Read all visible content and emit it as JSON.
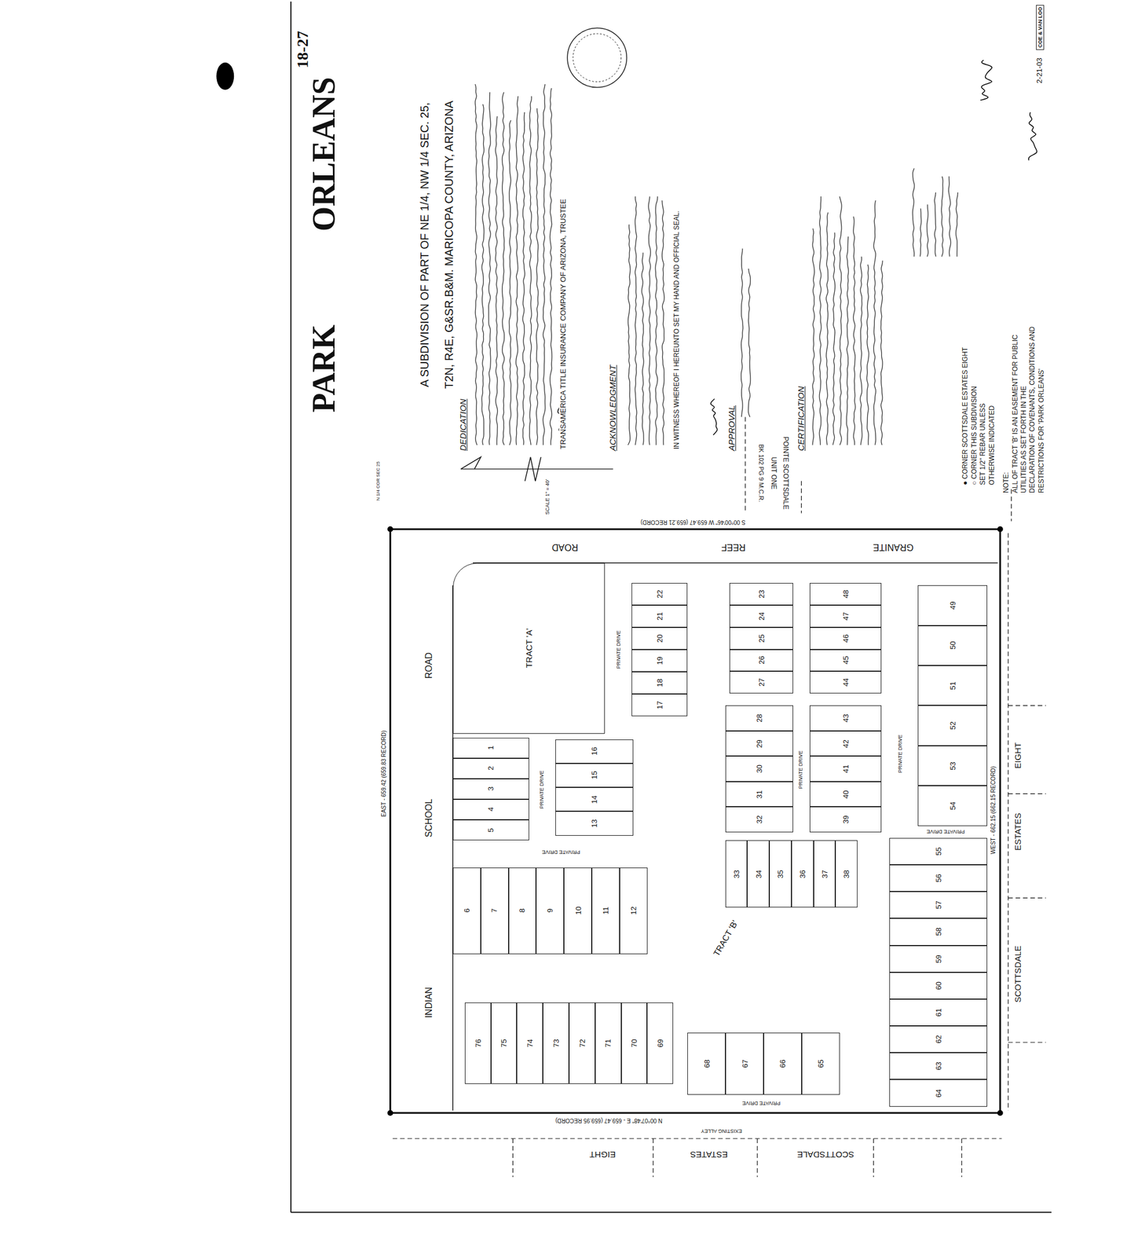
{
  "diagram": {
    "title": "PARK ORLEANS",
    "nodes": [
      {
        "text": [
          "1"
        ]
      },
      {
        "text": [
          "2"
        ]
      },
      {
        "text": [
          "3"
        ]
      },
      {
        "text": [
          "4"
        ]
      },
      {
        "text": [
          "5"
        ]
      },
      {
        "text": [
          "6"
        ]
      },
      {
        "text": [
          "7"
        ]
      },
      {
        "text": [
          "8"
        ]
      },
      {
        "text": [
          "9"
        ]
      },
      {
        "text": [
          "10"
        ]
      },
      {
        "text": [
          "11"
        ]
      },
      {
        "text": [
          "12"
        ]
      },
      {
        "text": [
          "13"
        ]
      },
      {
        "text": [
          "14"
        ]
      },
      {
        "text": [
          "15"
        ]
      },
      {
        "text": [
          "16"
        ]
      },
      {
        "text": [
          "17"
        ]
      },
      {
        "text": [
          "18"
        ]
      },
      {
        "text": [
          "19"
        ]
      },
      {
        "text": [
          "20"
        ]
      },
      {
        "text": [
          "21"
        ]
      },
      {
        "text": [
          "22"
        ]
      },
      {
        "text": [
          "23"
        ]
      },
      {
        "text": [
          "24"
        ]
      },
      {
        "text": [
          "25"
        ]
      },
      {
        "text": [
          "26"
        ]
      },
      {
        "text": [
          "27"
        ]
      },
      {
        "text": [
          "28"
        ]
      },
      {
        "text": [
          "29"
        ]
      },
      {
        "text": [
          "30"
        ]
      },
      {
        "text": [
          "31"
        ]
      },
      {
        "text": [
          "32"
        ]
      },
      {
        "text": [
          "33"
        ]
      },
      {
        "text": [
          "34"
        ]
      },
      {
        "text": [
          "35"
        ]
      },
      {
        "text": [
          "36"
        ]
      },
      {
        "text": [
          "37"
        ]
      },
      {
        "text": [
          "38"
        ]
      },
      {
        "text": [
          "39"
        ]
      },
      {
        "text": [
          "40"
        ]
      },
      {
        "text": [
          "41"
        ]
      },
      {
        "text": [
          "42"
        ]
      },
      {
        "text": [
          "43"
        ]
      },
      {
        "text": [
          "44"
        ]
      },
      {
        "text": [
          "45"
        ]
      },
      {
        "text": [
          "46"
        ]
      },
      {
        "text": [
          "47"
        ]
      },
      {
        "text": [
          "48"
        ]
      },
      {
        "text": [
          "49"
        ]
      },
      {
        "text": [
          "50"
        ]
      },
      {
        "text": [
          "51"
        ]
      },
      {
        "text": [
          "52"
        ]
      },
      {
        "text": [
          "53"
        ]
      },
      {
        "text": [
          "54"
        ]
      },
      {
        "text": [
          "55"
        ]
      },
      {
        "text": [
          "56"
        ]
      },
      {
        "text": [
          "57"
        ]
      },
      {
        "text": [
          "58"
        ]
      },
      {
        "text": [
          "59"
        ]
      },
      {
        "text": [
          "60"
        ]
      },
      {
        "text": [
          "61"
        ]
      },
      {
        "text": [
          "62"
        ]
      },
      {
        "text": [
          "63"
        ]
      },
      {
        "text": [
          "64"
        ]
      },
      {
        "text": [
          "65"
        ]
      },
      {
        "text": [
          "66"
        ]
      },
      {
        "text": [
          "67"
        ]
      },
      {
        "text": [
          "68"
        ]
      },
      {
        "text": [
          "69"
        ]
      },
      {
        "text": [
          "70"
        ]
      },
      {
        "text": [
          "71"
        ]
      },
      {
        "text": [
          "72"
        ]
      },
      {
        "text": [
          "73"
        ]
      },
      {
        "text": [
          "74"
        ]
      },
      {
        "text": [
          "75"
        ]
      },
      {
        "text": [
          "76"
        ]
      },
      {
        "text": [
          "TRACT 'A'"
        ]
      }
    ],
    "labels": [
      "18-27",
      "A SUBDIVISION OF PART OF NE 1/4, NW 1/4 SEC. 25,",
      "T2N, R4E, G&SR.B&M. MARICOPA COUNTY, ARIZONA",
      "DEDICATION",
      "TRANSAMERICA TITLE INSURANCE COMPANY OF ARIZONA, TRUSTEE",
      "ACKNOWLEDGMENT",
      "IN WITNESS WHEREOF I HEREUNTO SET MY HAND AND OFFICIAL SEAL.",
      "APPROVAL",
      "CERTIFICATION",
      "POINTE SCOTTSDALE",
      "UNIT ONE",
      "BK 102 PG 9 M.C.R.",
      "● CORNER SCOTTSDALE ESTATES EIGHT",
      "○ CORNER THIS SUBDIVISION",
      "SET 1/2\" REBAR UNLESS",
      "OTHERWISE INDICATED",
      "NOTE:",
      "ALL OF TRACT 'B' IS AN EASEMENT FOR PUBLIC",
      "UTILITIES AS SET FORTH IN THE",
      "DECLARATION OF COVENANTS, CONDITIONS AND",
      "RESTRICTIONS FOR 'PARK ORLEANS'",
      "2-21-03",
      "COE & VAN LOO",
      "INDIAN",
      "SCHOOL",
      "ROAD",
      "GRANITE",
      "REEF",
      "ROAD",
      "SCOTTSDALE",
      "ESTATES",
      "EIGHT",
      "EIGHT",
      "ESTATES",
      "SCOTTSDALE",
      "TRACT 'B'",
      "EAST - 659.42 (659.83 RECORD)",
      "S 00°00'46\" W 659.47 (659.21 RECORD)",
      "N 00°07'48\" E - 659.47 (659.95 RECORD)",
      "WEST - 662.15 (662.15 RECORD)",
      "EXISTING ALLEY",
      "SCALE 1\" = 40'",
      "PRIVATE DRIVE",
      "PRIVATE DRIVE",
      "PRIVATE DRIVE",
      "PRIVATE DRIVE",
      "PRIVATE DRIVE",
      "PRIVATE DRIVE",
      "PRIVATE DRIVE",
      "N 1/4 COR SEC 25"
    ]
  }
}
